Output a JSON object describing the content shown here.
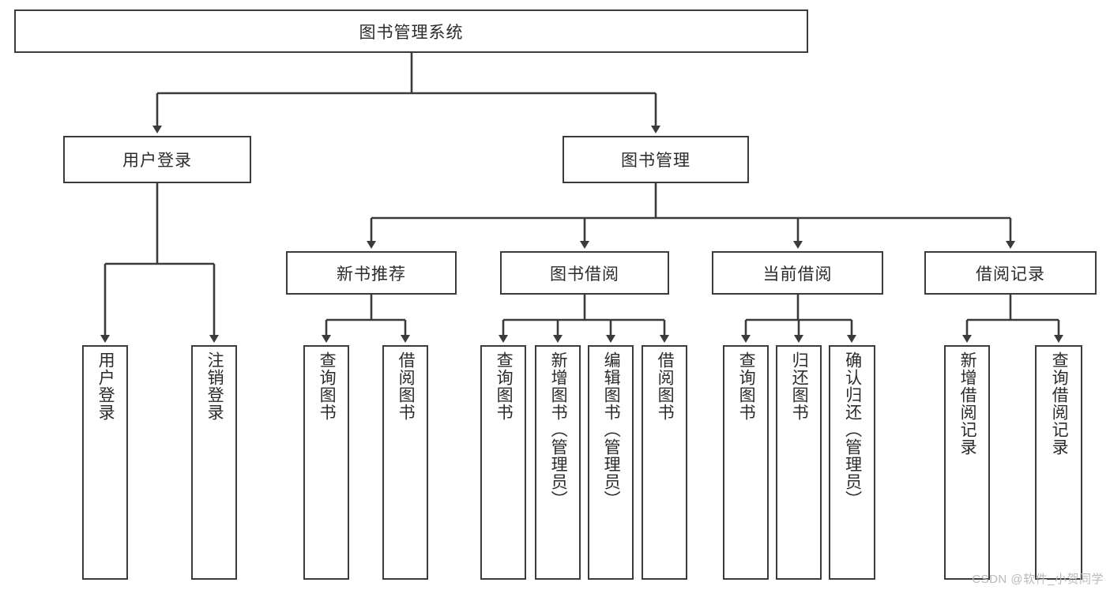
{
  "diagram": {
    "title": "图书管理系统",
    "type": "tree",
    "colors": {
      "stroke": "#3b3b3b",
      "fill": "#ffffff",
      "text": "#2b2b2b",
      "watermark": "#b9b9b9"
    },
    "root": {
      "label": "图书管理系统"
    },
    "level1": [
      {
        "label": "用户登录"
      },
      {
        "label": "图书管理"
      }
    ],
    "level2": [
      {
        "label": "新书推荐"
      },
      {
        "label": "图书借阅"
      },
      {
        "label": "当前借阅"
      },
      {
        "label": "借阅记录"
      }
    ],
    "leaves": {
      "user_login": [
        {
          "label": "用户登录"
        },
        {
          "label": "注销登录"
        }
      ],
      "new_book_recommend": [
        {
          "label": "查询图书"
        },
        {
          "label": "借阅图书"
        }
      ],
      "book_borrow": [
        {
          "label": "查询图书"
        },
        {
          "label": "新增图书（管理员）"
        },
        {
          "label": "编辑图书（管理员）"
        },
        {
          "label": "借阅图书"
        }
      ],
      "current_borrow": [
        {
          "label": "查询图书"
        },
        {
          "label": "归还图书"
        },
        {
          "label": "确认归还（管理员）"
        }
      ],
      "borrow_record": [
        {
          "label": "新增借阅记录"
        },
        {
          "label": "查询借阅记录"
        }
      ]
    }
  },
  "watermark": "CSDN @软件_小贺同学"
}
